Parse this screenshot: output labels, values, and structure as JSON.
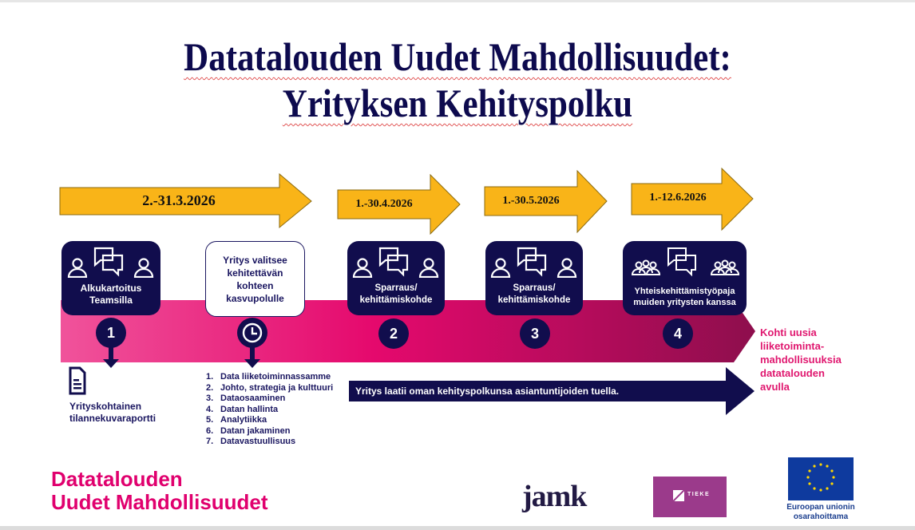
{
  "title": {
    "line1": "Datatalouden Uudet Mahdollisuudet:",
    "line2": "Yrityksen Kehityspolku"
  },
  "date_arrows": [
    {
      "label": "2.-31.3.2026"
    },
    {
      "label": "1.-30.4.2026"
    },
    {
      "label": "1.-30.5.2026"
    },
    {
      "label": "1.-12.6.2026"
    }
  ],
  "steps": [
    {
      "icon": "people-conversation-icon",
      "label_line1": "Alkukartoitus",
      "label_line2": "Teamsilla",
      "badge": "1"
    },
    {
      "label_line1": "Yritys valitsee",
      "label_line2": "kehitettävän",
      "label_line3": "kohteen",
      "label_line4": "kasvupolulle",
      "badge_icon": "clock-icon"
    },
    {
      "icon": "people-conversation-icon",
      "label_line1": "Sparraus/",
      "label_line2": "kehittämiskohde",
      "badge": "2"
    },
    {
      "icon": "people-conversation-icon",
      "label_line1": "Sparraus/",
      "label_line2": "kehittämiskohde",
      "badge": "3"
    },
    {
      "icon": "groups-conversation-icon",
      "label_line1": "Yhteiskehittämistyöpaja",
      "label_line2": "muiden yritysten kanssa",
      "badge": "4"
    }
  ],
  "report": {
    "icon": "document-icon",
    "line1": "Yrityskohtainen",
    "line2": "tilannekuvaraportti"
  },
  "topics": [
    {
      "n": "1.",
      "label": "Data liiketoiminnassamme"
    },
    {
      "n": "2.",
      "label": "Johto, strategia ja kulttuuri"
    },
    {
      "n": "3.",
      "label": "Dataosaaminen"
    },
    {
      "n": "4.",
      "label": "Datan hallinta"
    },
    {
      "n": "5.",
      "label": "Analytiikka"
    },
    {
      "n": "6.",
      "label": "Datan jakaminen"
    },
    {
      "n": "7.",
      "label": "Datavastuullisuus"
    }
  ],
  "support_arrow": {
    "label": "Yritys laatii oman kehityspolkunsa asiantuntijoiden tuella."
  },
  "goal": {
    "lines": [
      "Kohti uusia",
      "liiketoiminta-",
      "mahdollisuuksia",
      "datatalouden",
      "avulla"
    ]
  },
  "footer": {
    "brand_line1": "Datatalouden",
    "brand_line2": "Uudet Mahdollisuudet",
    "logo_jamk": "jamk",
    "logo_tieke": "TIEKE",
    "eu_line1": "Euroopan unionin",
    "eu_line2": "osarahoittama"
  },
  "colors": {
    "navy": "#110d4d",
    "gold": "#f9b418",
    "pink_start": "#f0539b",
    "pink_mid": "#e5096d",
    "pink_end": "#8e0e4d",
    "magenta_text": "#e0006e",
    "tieke_purple": "#9b3a8b",
    "eu_blue": "#0e3a9e"
  }
}
